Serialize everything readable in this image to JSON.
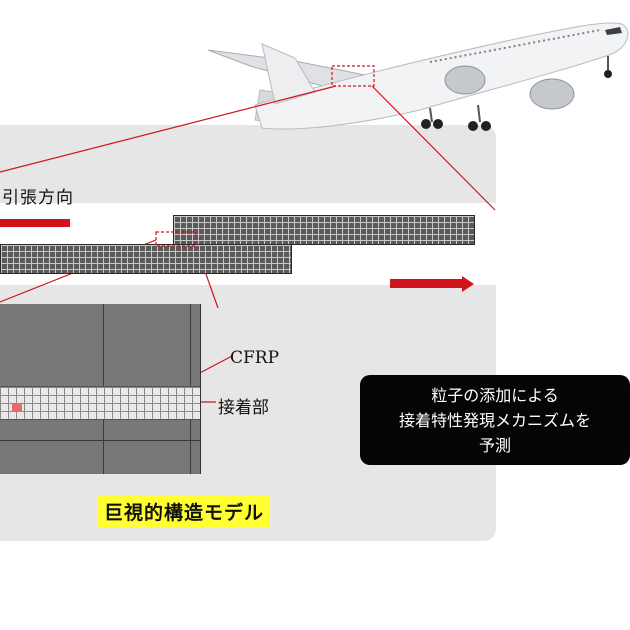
{
  "labels": {
    "tension_direction": "引張方向",
    "cfrp": "CFRP",
    "adhesive": "接着部",
    "macro_model": "巨視的構造モデル"
  },
  "callout": {
    "line1": "粒子の添加による",
    "line2": "接着特性発現メカニズムを",
    "line3": "予測"
  },
  "colors": {
    "accent_red": "#d1141b",
    "highlight_yellow": "#ffff33",
    "callout_bg": "#050505"
  },
  "icons": {
    "airplane": "airplane-illustration"
  }
}
